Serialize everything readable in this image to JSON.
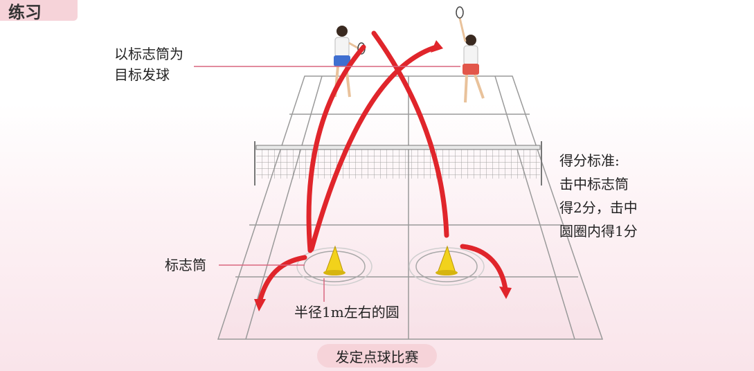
{
  "section_tag": "练习",
  "labels": {
    "target_serve_line1": "以标志筒为",
    "target_serve_line2": "目标发球",
    "cone": "标志筒",
    "circle": "半径1m左右的圆"
  },
  "scoring": {
    "line1": "得分标准:",
    "line2": "击中标志筒",
    "line3": "得2分，击中",
    "line4": "圆圈内得1分"
  },
  "caption": "发定点球比赛",
  "colors": {
    "tag_bg": "#f6d3d9",
    "arrow": "#e0252b",
    "leader_line": "#d9667e",
    "cone": "#f2d21b",
    "court_line": "#9a9a9a"
  },
  "icons": [
    "player-blue-icon",
    "player-red-icon",
    "traffic-cone-icon",
    "volleyball-net-icon"
  ]
}
